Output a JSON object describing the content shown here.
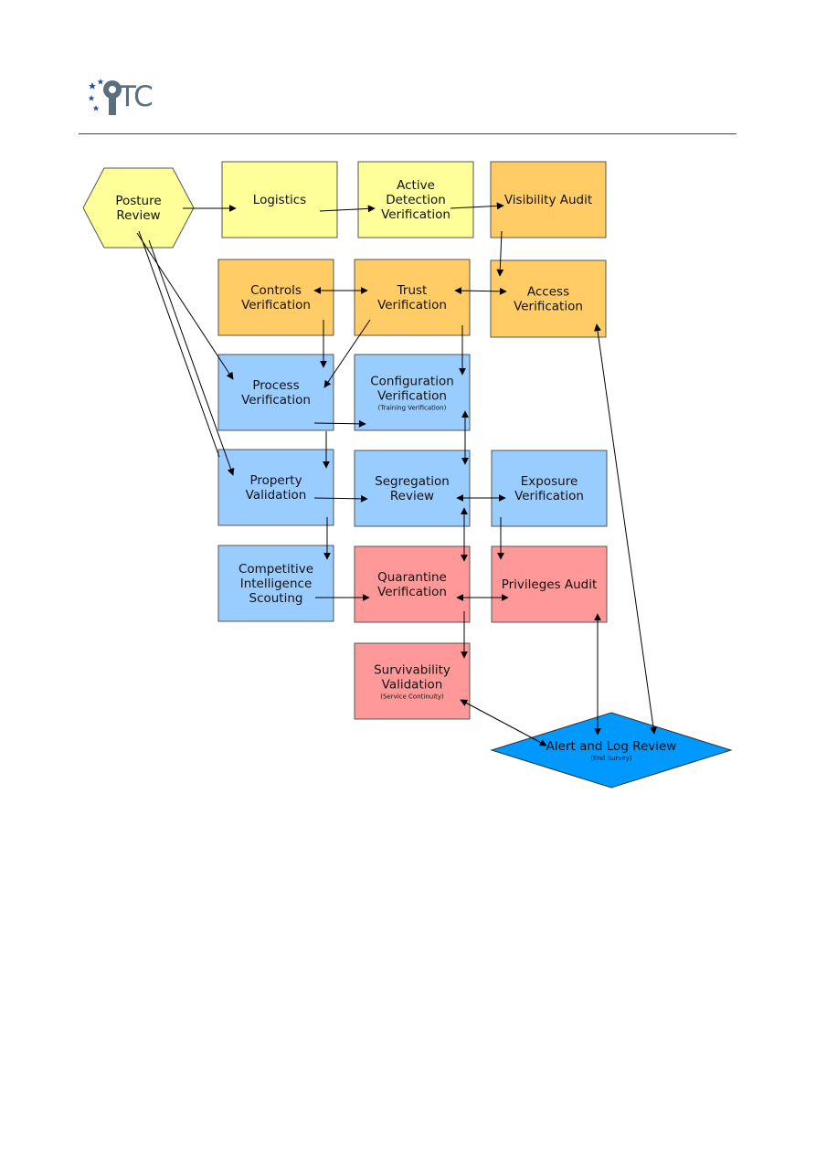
{
  "logo": {
    "text": "TC"
  },
  "colors": {
    "yellow": "#ffff99",
    "orange": "#ffcc66",
    "blue": "#99ccff",
    "red": "#ff9999",
    "dark_blue": "#0099ff",
    "line": "#000000"
  },
  "nodes": {
    "posture": {
      "lines": [
        "Posture",
        "Review"
      ]
    },
    "logistics": {
      "lines": [
        "Logistics"
      ]
    },
    "active": {
      "lines": [
        "Active",
        "Detection",
        "Verification"
      ]
    },
    "visibility": {
      "lines": [
        "Visibility Audit"
      ]
    },
    "controls": {
      "lines": [
        "Controls",
        "Verification"
      ]
    },
    "trust": {
      "lines": [
        "Trust",
        "Verification"
      ]
    },
    "access": {
      "lines": [
        "Access",
        "Verification"
      ]
    },
    "process": {
      "lines": [
        "Process",
        "Verification"
      ]
    },
    "configuration": {
      "lines": [
        "Configuration",
        "Verification"
      ],
      "sub": "(Training Verification)"
    },
    "property": {
      "lines": [
        "Property",
        "Validation"
      ]
    },
    "segregation": {
      "lines": [
        "Segregation",
        "Review"
      ]
    },
    "exposure": {
      "lines": [
        "Exposure",
        "Verification"
      ]
    },
    "competitive": {
      "lines": [
        "Competitive",
        "Intelligence",
        "Scouting"
      ]
    },
    "quarantine": {
      "lines": [
        "Quarantine",
        "Verification"
      ]
    },
    "privileges": {
      "lines": [
        "Privileges Audit"
      ]
    },
    "survivability": {
      "lines": [
        "Survivability",
        "Validation"
      ],
      "sub": "(Service Continuity)"
    },
    "alert": {
      "lines": [
        "Alert and Log Review"
      ],
      "sub": "(End Survey)"
    }
  }
}
